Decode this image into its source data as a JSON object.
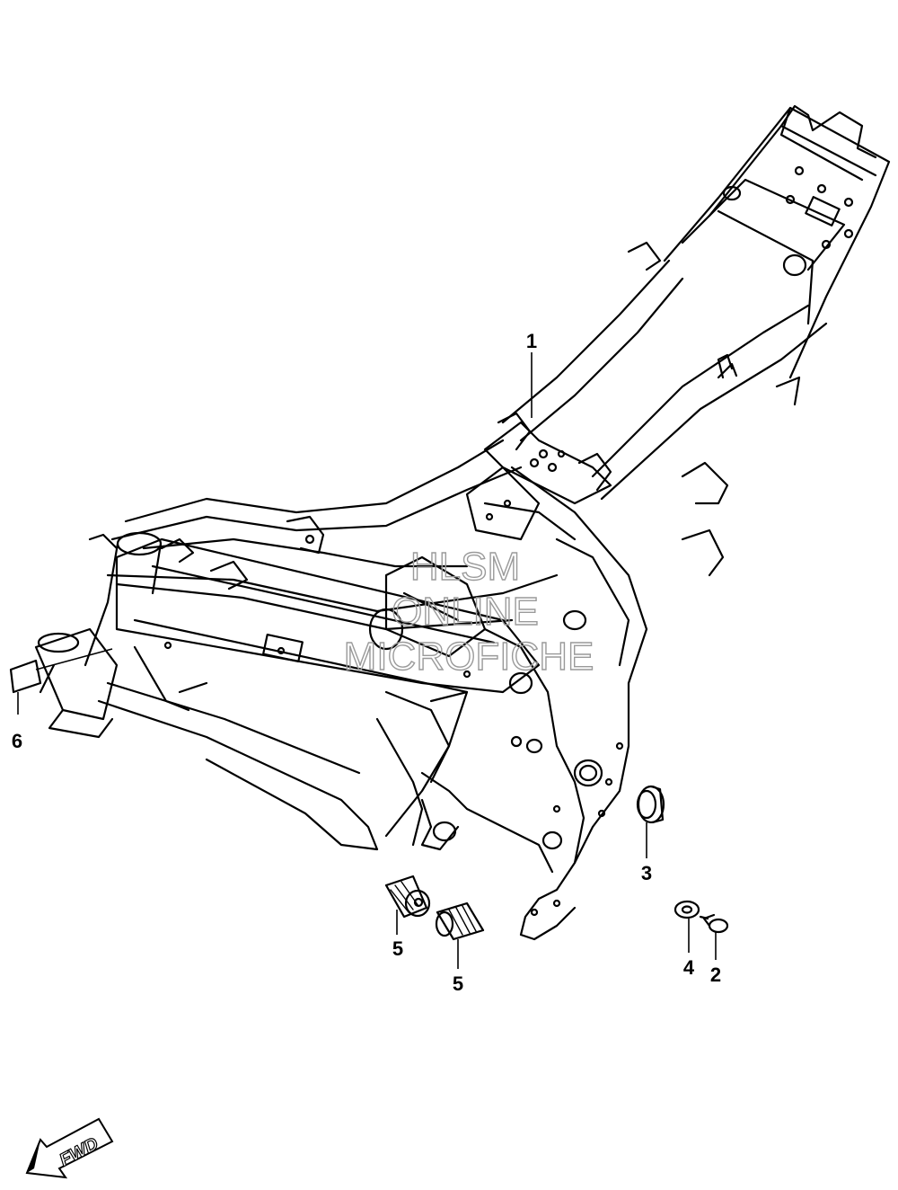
{
  "callouts": [
    {
      "id": "1",
      "label": "1"
    },
    {
      "id": "2",
      "label": "2"
    },
    {
      "id": "3",
      "label": "3"
    },
    {
      "id": "4",
      "label": "4"
    },
    {
      "id": "5a",
      "label": "5"
    },
    {
      "id": "5b",
      "label": "5"
    },
    {
      "id": "6",
      "label": "6"
    }
  ],
  "watermark": {
    "line1": "HLSM",
    "line2": "ONLINE",
    "line3": "MICROFICHE"
  },
  "direction_arrow": {
    "label": "FWD"
  },
  "colors": {
    "line": "#000000",
    "background": "#ffffff",
    "watermark": "#9a9a9a"
  }
}
